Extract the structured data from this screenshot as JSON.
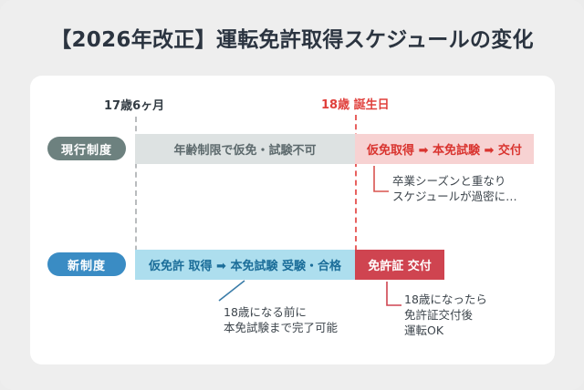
{
  "page": {
    "title": "【2026年改正】運転免許取得スケジュールの変化",
    "background_color": "#eeeeee",
    "card_color": "#ffffff"
  },
  "timeline": {
    "points": [
      {
        "id": "age-17-6m",
        "label": "17歳6ヶ月",
        "color": "#333c44",
        "line_color": "#b9bcbe"
      },
      {
        "id": "age-18-birthday",
        "label": "18歳 誕生日",
        "color": "#e0403c",
        "line_color": "#e8615f"
      }
    ]
  },
  "rows": [
    {
      "id": "current-system",
      "badge_label": "現行制度",
      "badge_color": "#6d817f",
      "segments": [
        {
          "id": "blocked",
          "label": "年齢制限で仮免・試験不可",
          "background": "#dde2e2",
          "text_color": "#5d6a6d"
        },
        {
          "id": "active",
          "label": "仮免取得 ➡ 本免試験 ➡ 交付",
          "background": "#f7d2d2",
          "text_color": "#d9342f"
        }
      ],
      "note": {
        "id": "note-current",
        "lines": [
          "卒業シーズンと重なり",
          "スケジュールが過密に…"
        ],
        "connector_color": "#d9534f"
      }
    },
    {
      "id": "new-system",
      "badge_label": "新制度",
      "badge_color": "#3a8cc4",
      "segments": [
        {
          "id": "prep",
          "label": "仮免許 取得 ➡ 本免試験 受験・合格",
          "background": "#addeee",
          "text_color": "#1b6d99"
        },
        {
          "id": "issue",
          "label": "免許証 交付",
          "background": "#cf4450",
          "text_color": "#ffffff"
        }
      ],
      "notes": [
        {
          "id": "note-new-left",
          "lines": [
            "18歳になる前に",
            "本免試験まで完了可能"
          ],
          "connector_color": "#3a7ca8"
        },
        {
          "id": "note-new-right",
          "lines": [
            "18歳になったら",
            "免許証交付後",
            "運転OK"
          ],
          "connector_color": "#cf4450"
        }
      ]
    }
  ]
}
